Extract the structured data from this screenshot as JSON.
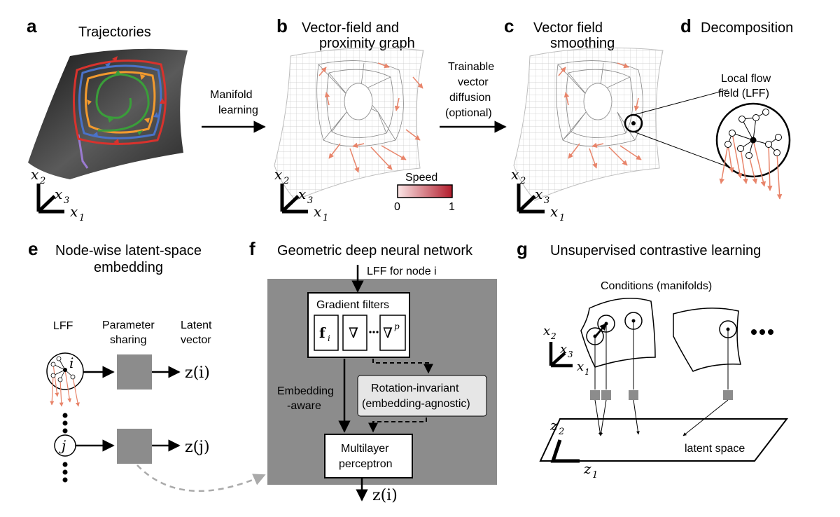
{
  "panels": {
    "a": {
      "letter": "a",
      "title": "Trajectories"
    },
    "b": {
      "letter": "b",
      "title_line1": "Vector-field and",
      "title_line2": "proximity graph"
    },
    "c": {
      "letter": "c",
      "title_line1": "Vector field",
      "title_line2": "smoothing"
    },
    "d": {
      "letter": "d",
      "title": "Decomposition",
      "label_line1": "Local flow",
      "label_line2": "field (LFF)"
    },
    "e": {
      "letter": "e",
      "title_line1": "Node-wise latent-space",
      "title_line2": "embedding",
      "col_lff": "LFF",
      "col_param_line1": "Parameter",
      "col_param_line2": "sharing",
      "col_latent_line1": "Latent",
      "col_latent_line2": "vector",
      "node_i": "i",
      "node_j": "j",
      "out_i": "z(i)",
      "out_j": "z(j)"
    },
    "f": {
      "letter": "f",
      "title": "Geometric deep neural network",
      "input": "LFF for node i",
      "gradient_filters": "Gradient filters",
      "filter_f": "f",
      "filter_f_sub": "i",
      "filter_grad": "∇",
      "filter_gradp": "∇",
      "filter_gradp_sup": "p",
      "rotation_line1": "Rotation-invariant",
      "rotation_line2": "(embedding-agnostic)",
      "embed_line1": "Embedding",
      "embed_line2": "-aware",
      "mlp_line1": "Multilayer",
      "mlp_line2": "perceptron",
      "output": "z(i)"
    },
    "g": {
      "letter": "g",
      "title": "Unsupervised contrastive learning",
      "conditions": "Conditions (manifolds)",
      "latent": "latent space"
    }
  },
  "arrows": {
    "manifold_learning_line1": "Manifold",
    "manifold_learning_line2": "learning",
    "diffusion_line1": "Trainable",
    "diffusion_line2": "vector",
    "diffusion_line3": "diffusion",
    "diffusion_line4": "(optional)"
  },
  "speed_bar": {
    "label": "Speed",
    "min": "0",
    "max": "1"
  },
  "axes": {
    "x1": "x",
    "x1_sub": "1",
    "x2": "x",
    "x2_sub": "2",
    "x3": "x",
    "x3_sub": "3",
    "z1": "z",
    "z1_sub": "1",
    "z2": "z",
    "z2_sub": "2"
  },
  "colors": {
    "trajectory_green": "#3a9e3a",
    "trajectory_orange": "#f29a2e",
    "trajectory_blue": "#4a72c8",
    "trajectory_red": "#d8322d",
    "trajectory_purple": "#9a7ad0",
    "vector_salmon": "#e8846a",
    "speed_low": "#fbe6e6",
    "speed_high": "#b21c2c",
    "network_grey": "#8c8c8c"
  }
}
